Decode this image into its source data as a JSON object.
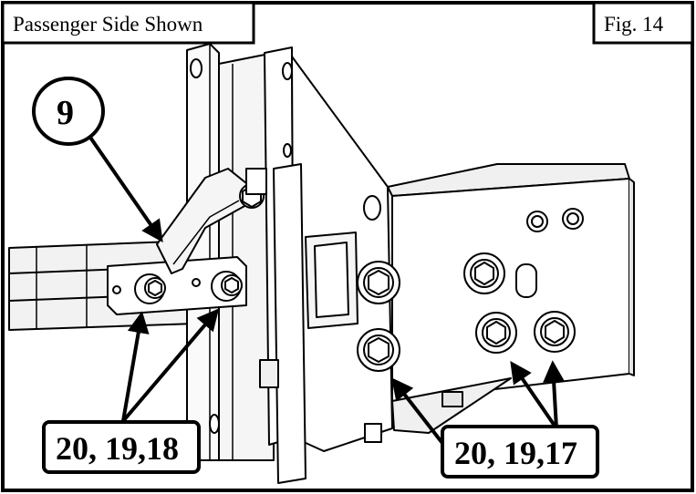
{
  "header": {
    "side_label": "Passenger Side Shown",
    "figure_label": "Fig. 14"
  },
  "callouts": [
    {
      "id": "callout-9",
      "text": "9"
    },
    {
      "id": "callout-left",
      "text": "20, 19,18"
    },
    {
      "id": "callout-right",
      "text": "20, 19,17"
    }
  ],
  "colors": {
    "line": "#000000",
    "background": "#ffffff",
    "shade": "#e6e6e6"
  }
}
